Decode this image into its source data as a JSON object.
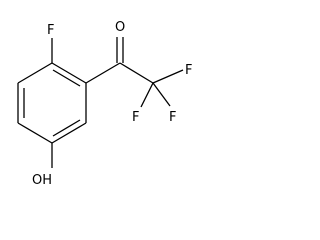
{
  "molecule": {
    "atom_labels": {
      "ring_fluorine": "F",
      "carbonyl_oxygen": "O",
      "cf3_fluorine_top": "F",
      "cf3_fluorine_left": "F",
      "cf3_fluorine_right": "F",
      "hydroxyl": "OH"
    }
  }
}
